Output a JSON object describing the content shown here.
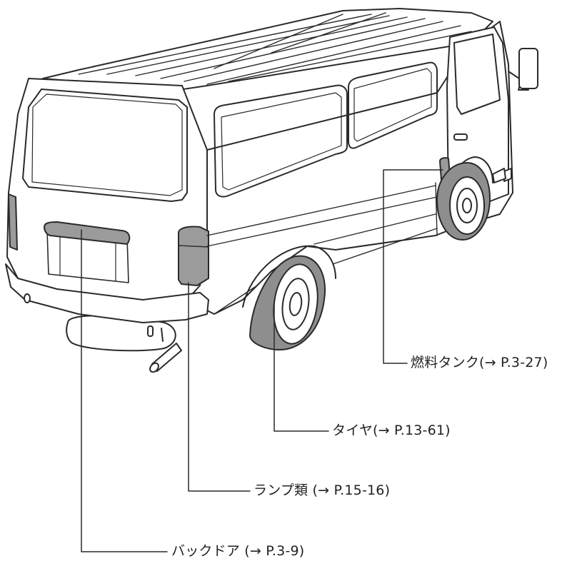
{
  "figure": {
    "callouts": [
      {
        "id": "fuel-tank",
        "label": "燃料タンク(→ P.3-27)"
      },
      {
        "id": "tire",
        "label": "タイヤ(→ P.13-61)"
      },
      {
        "id": "lamps",
        "label": "ランプ類 (→ P.15-16)"
      },
      {
        "id": "back-door",
        "label": "バックドア (→ P.3-9)"
      }
    ],
    "colors": {
      "line": "#2a2a2a",
      "shade": "#9b9b9b",
      "shade_dark": "#7d7d7d",
      "tire": "#8e8e8e"
    }
  }
}
